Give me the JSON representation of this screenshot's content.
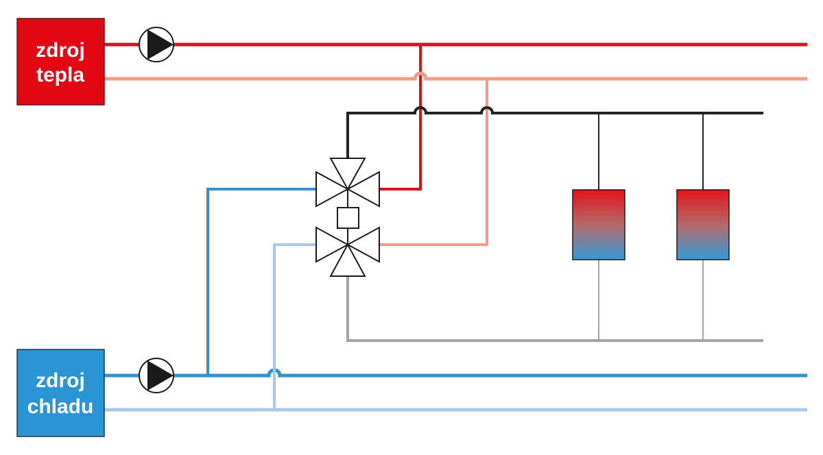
{
  "sources": {
    "heat": {
      "line1": "zdroj",
      "line2": "tepla",
      "color": "#e30613"
    },
    "cold": {
      "line1": "zdroj",
      "line2": "chladu",
      "color": "#2b95d3"
    }
  },
  "pipes": {
    "heat_supply": {
      "color": "#d7121f"
    },
    "heat_return": {
      "color": "#ef9d84"
    },
    "cold_supply": {
      "color": "#3291cf"
    },
    "cold_return": {
      "color": "#a9c9e8"
    },
    "consumer_supply": {
      "color": "#222222"
    },
    "consumer_return": {
      "color": "#a3a3a3"
    }
  },
  "components": {
    "pumps": [
      "pump-heat",
      "pump-cold"
    ],
    "valves": [
      "three-way-valve-upper",
      "three-way-valve-lower"
    ],
    "actuator": "valve-actuator",
    "consumers": [
      "radiator-1",
      "radiator-2"
    ]
  },
  "radiator_gradient": {
    "top": "#e3141b",
    "middle": "#b46a6a",
    "bottom": "#3599d6"
  }
}
